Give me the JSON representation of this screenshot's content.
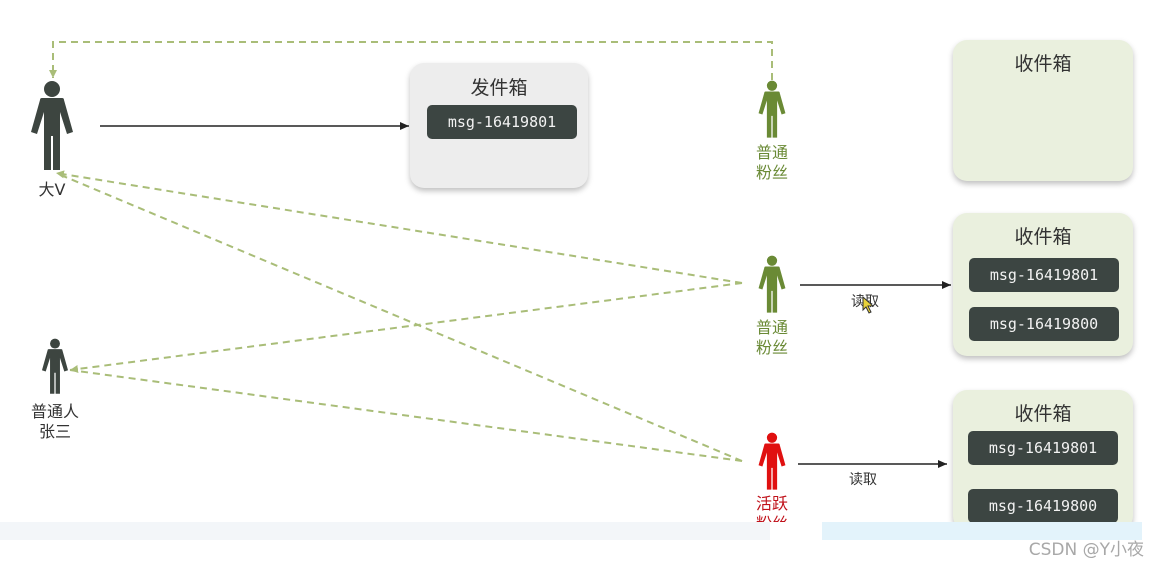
{
  "diagram": {
    "colors": {
      "dashed": "#a9bd78",
      "solid_arrow": "#222222",
      "person_dark": "#3d4540",
      "person_green": "#6a8a35",
      "person_red": "#e01010",
      "msg_bg": "#3c4542"
    },
    "actors": {
      "big_v": {
        "label": "大V",
        "icon": "person-icon"
      },
      "zhangsan": {
        "label": "普通人张三",
        "line1": "普通人",
        "line2": "张三",
        "icon": "person-icon"
      },
      "fan_top": {
        "line1": "普通",
        "line2": "粉丝",
        "icon": "person-icon"
      },
      "fan_mid": {
        "line1": "普通",
        "line2": "粉丝",
        "icon": "person-icon"
      },
      "fan_active": {
        "line1": "活跃",
        "line2": "粉丝",
        "icon": "person-icon"
      }
    },
    "outbox": {
      "title": "发件箱",
      "messages": [
        "msg-16419801"
      ]
    },
    "inboxes": [
      {
        "title": "收件箱",
        "messages": []
      },
      {
        "title": "收件箱",
        "messages": [
          "msg-16419801",
          "msg-16419800"
        ]
      },
      {
        "title": "收件箱",
        "messages": [
          "msg-16419801",
          "msg-16419800"
        ]
      }
    ],
    "edge_labels": {
      "read_mid": "读取",
      "read_active": "读取"
    },
    "watermark": "CSDN @Y小夜"
  }
}
